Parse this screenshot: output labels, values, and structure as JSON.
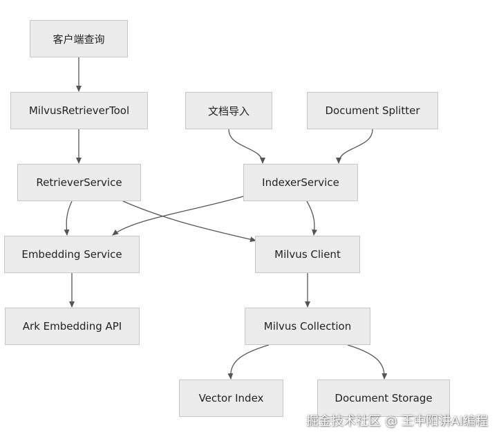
{
  "nodes": {
    "client_query": "客户端查询",
    "retriever_tool": "MilvusRetrieverTool",
    "doc_import": "文档导入",
    "doc_splitter": "Document Splitter",
    "retriever_service": "RetrieverService",
    "indexer_service": "IndexerService",
    "embedding_service": "Embedding Service",
    "milvus_client": "Milvus Client",
    "ark_embedding_api": "Ark Embedding API",
    "milvus_collection": "Milvus Collection",
    "vector_index": "Vector Index",
    "document_storage": "Document Storage"
  },
  "edges": [
    {
      "from": "client_query",
      "to": "retriever_tool"
    },
    {
      "from": "retriever_tool",
      "to": "retriever_service"
    },
    {
      "from": "doc_import",
      "to": "indexer_service"
    },
    {
      "from": "doc_splitter",
      "to": "indexer_service"
    },
    {
      "from": "retriever_service",
      "to": "embedding_service"
    },
    {
      "from": "retriever_service",
      "to": "milvus_client"
    },
    {
      "from": "indexer_service",
      "to": "embedding_service"
    },
    {
      "from": "indexer_service",
      "to": "milvus_client"
    },
    {
      "from": "embedding_service",
      "to": "ark_embedding_api"
    },
    {
      "from": "milvus_client",
      "to": "milvus_collection"
    },
    {
      "from": "milvus_collection",
      "to": "vector_index"
    },
    {
      "from": "milvus_collection",
      "to": "document_storage"
    }
  ],
  "colors": {
    "node_fill": "#ececec",
    "node_border": "#c6c6c6",
    "edge": "#555555"
  },
  "watermark": "掘金技术社区 @ 王中阳讲AI编程"
}
